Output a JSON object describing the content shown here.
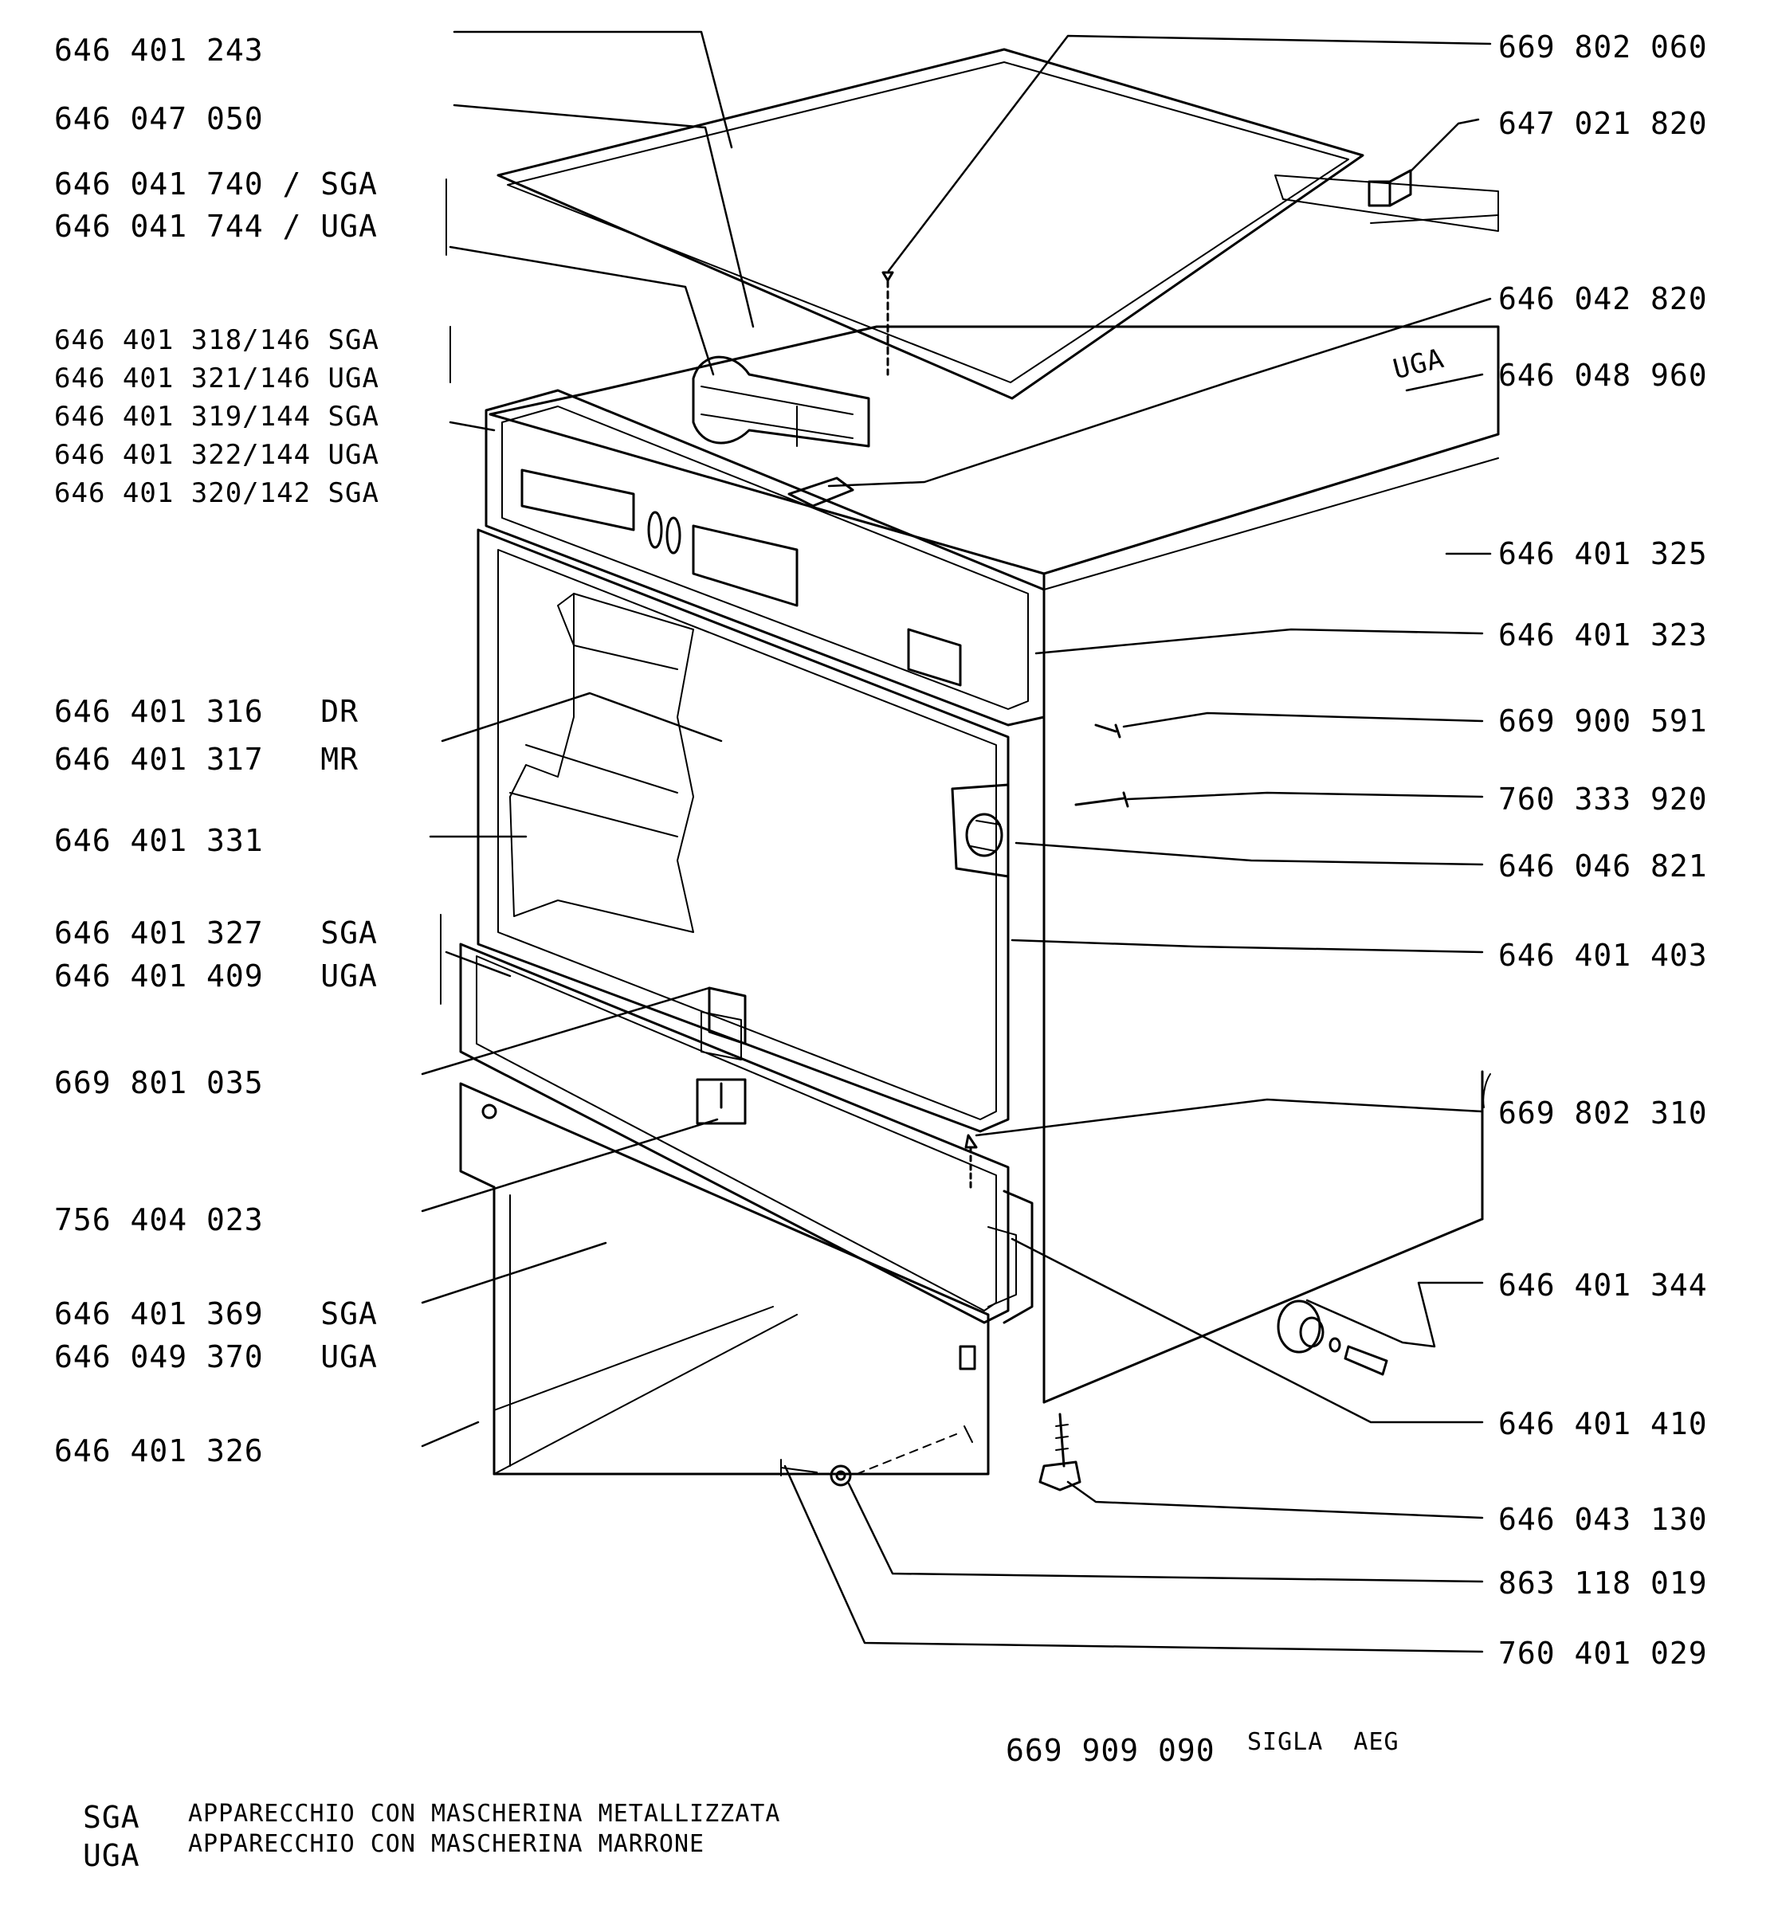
{
  "parts_left": [
    "646 401 243",
    "646 047 050",
    "646 041 740 / SGA",
    "646 041 744 / UGA",
    "646 401 318/146 SGA",
    "646 401 321/146 UGA",
    "646 401 319/144 SGA",
    "646 401 322/144 UGA",
    "646 401 320/142 SGA",
    "646 401 316   DR",
    "646 401 317   MR",
    "646 401 331",
    "646 401 327   SGA",
    "646 401 409   UGA",
    "669 801 035",
    "756 404 023",
    "646 401 369   SGA",
    "646 049 370   UGA",
    "646 401 326"
  ],
  "parts_right": [
    "669 802 060",
    "647 021 820",
    "646 042 820",
    "646 048 960",
    "646 401 325",
    "646 401 323",
    "669 900 591",
    "760 333 920",
    "646 046 821",
    "646 401 403",
    "669 802 310",
    "646 401 344",
    "646 401 410",
    "646 043 130",
    "863 118 019",
    "760 401 029"
  ],
  "diagram_tag": "UGA",
  "model": "669 909 090",
  "model_suffix": "SIGLA  AEG",
  "legend": [
    {
      "code": "SGA",
      "text": "APPARECCHIO CON MASCHERINA METALLIZZATA"
    },
    {
      "code": "UGA",
      "text": "APPARECCHIO CON MASCHERINA MARRONE"
    }
  ]
}
